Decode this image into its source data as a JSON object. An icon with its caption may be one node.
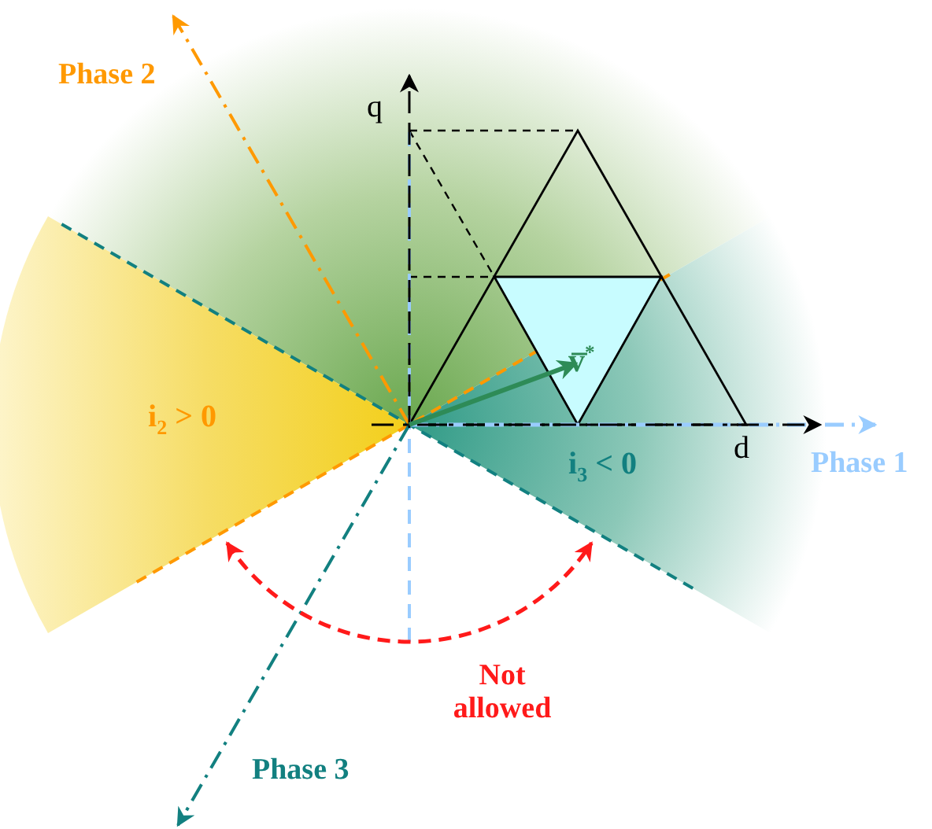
{
  "diagram": {
    "labels": [
      "Phase 2",
      "q",
      "v$^{*}$",
      "i$_{2}$ > 0",
      "i$_{3}$ < 0",
      "d",
      "Phase 1",
      "Not allowed",
      "Phase 3"
    ]
  }
}
